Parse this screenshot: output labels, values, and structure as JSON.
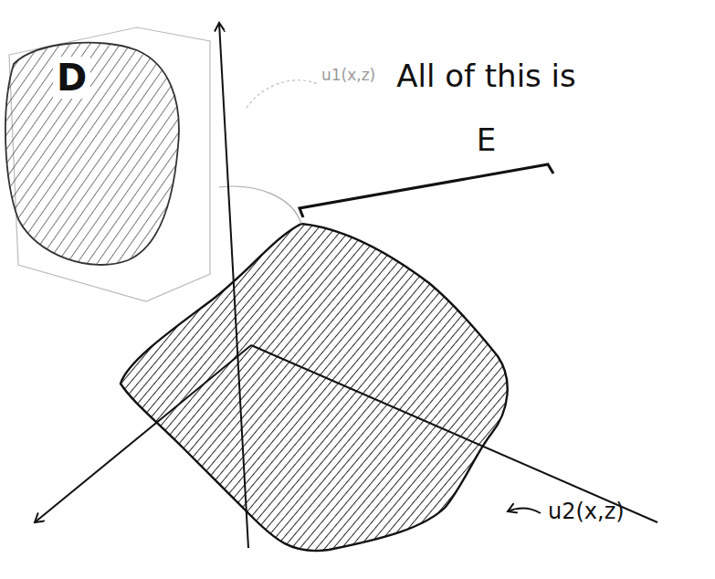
{
  "diagram": {
    "labels": [
      "D",
      "u1(x,z)",
      "All of this is E",
      "u2(x,z)"
    ]
  }
}
